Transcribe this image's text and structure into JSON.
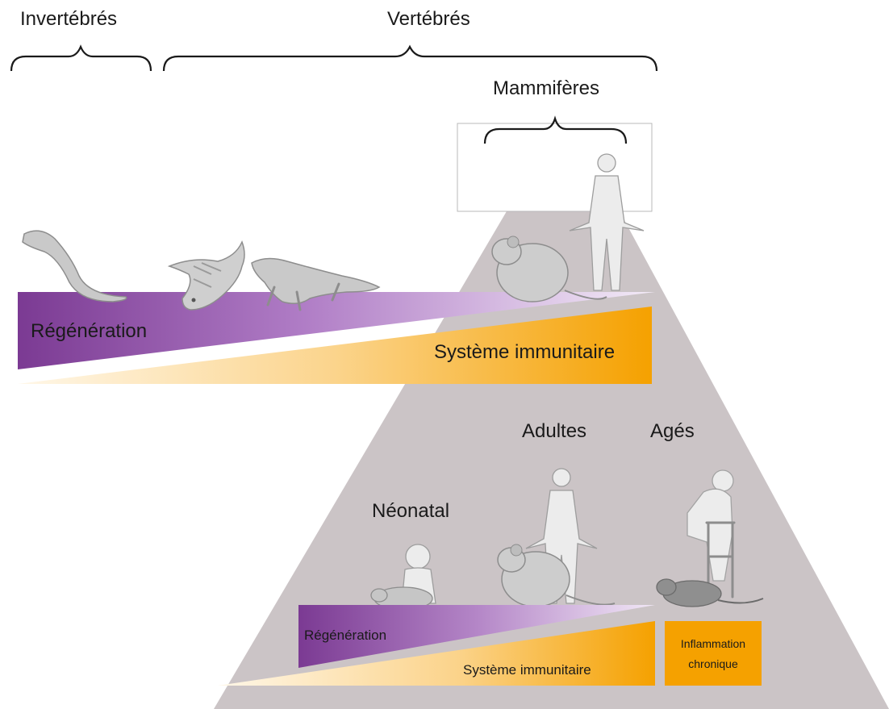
{
  "groups": {
    "invertebrates": "Invertébrés",
    "vertebrates": "Vertébrés",
    "mammals": "Mammifères"
  },
  "top_panel": {
    "regeneration": "Régénération",
    "immune_system": "Système immunitaire"
  },
  "stages": {
    "neonatal": "Néonatal",
    "adults": "Adultes",
    "aged": "Agés"
  },
  "bottom_panel": {
    "regeneration": "Régénération",
    "immune_system": "Système immunitaire",
    "inflammation_line1": "Inflammation",
    "inflammation_line2": "chronique"
  },
  "colors": {
    "purple": "#7b3a93",
    "purple_light": "#e9d9f1",
    "orange": "#f5a100",
    "orange_light": "#fdefd2",
    "gray_funnel": "#cbc4c6",
    "figure_gray": "#c9c9c9",
    "figure_light": "#ececec"
  },
  "icons": [
    "flatworm-icon",
    "zebrafish-icon",
    "salamander-icon",
    "mouse-icon",
    "human-icon",
    "baby-icon",
    "aged-human-icon",
    "walker-icon"
  ]
}
